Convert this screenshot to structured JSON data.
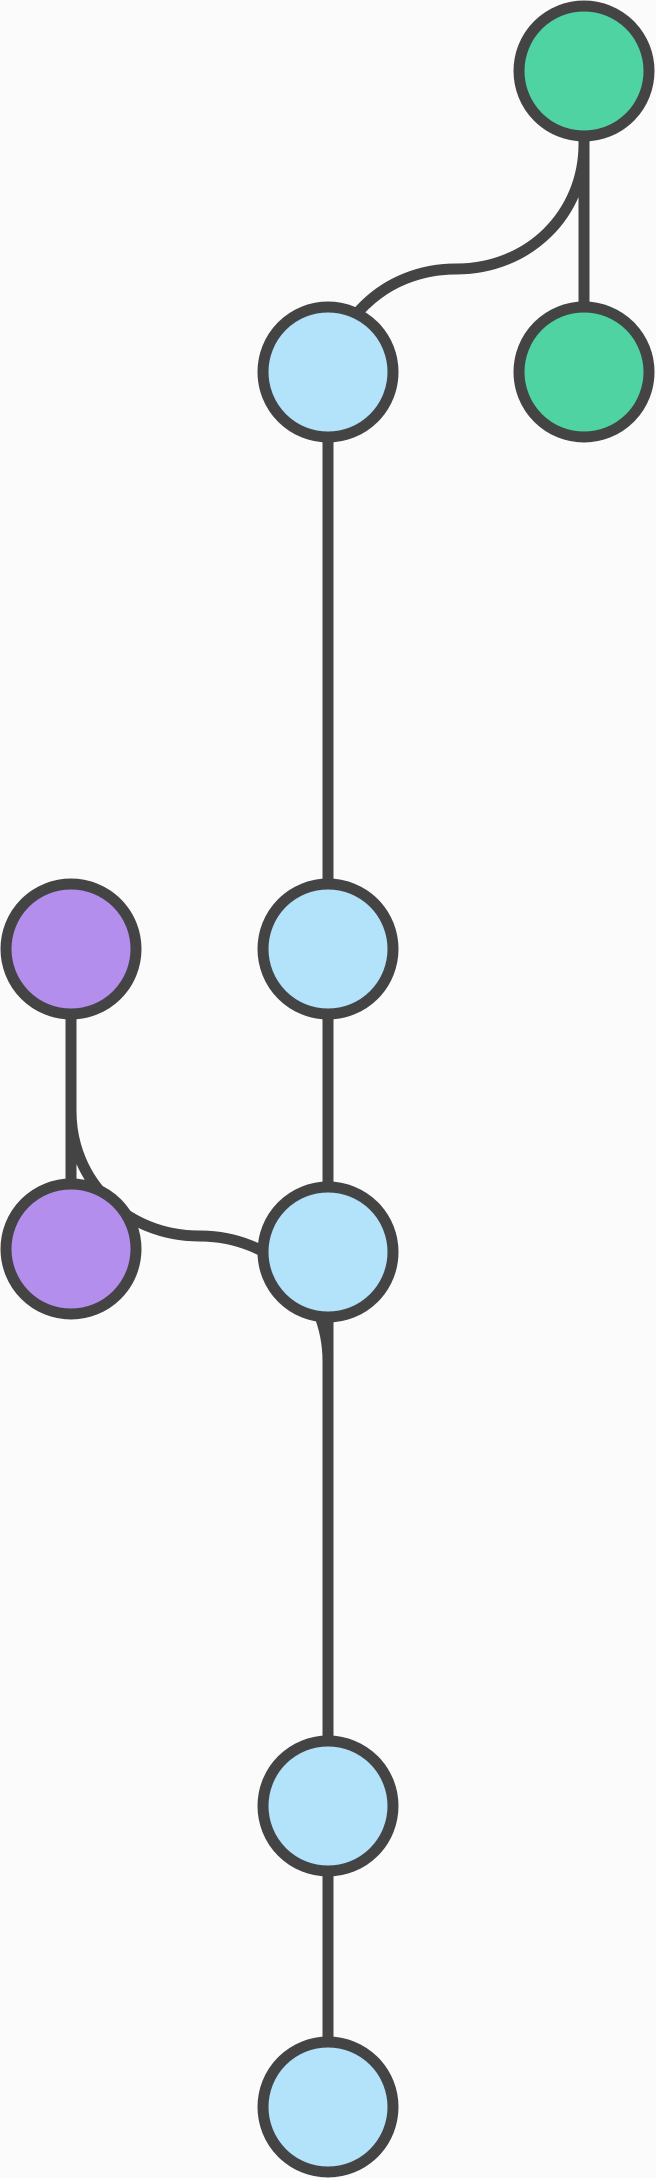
{
  "diagram": {
    "type": "git-branch-graph",
    "branch_colors": {
      "main": "#b3e2fb",
      "feature_green": "#4fd3a2",
      "feature_purple": "#b48eec"
    },
    "stroke_color": "#444444",
    "background": "#fbfbfb",
    "commits": [
      {
        "id": "c1",
        "branch": "main"
      },
      {
        "id": "c2",
        "branch": "main"
      },
      {
        "id": "c3",
        "branch": "main"
      },
      {
        "id": "c4",
        "branch": "main"
      },
      {
        "id": "c5",
        "branch": "main"
      },
      {
        "id": "p1",
        "branch": "feature_purple"
      },
      {
        "id": "p2",
        "branch": "feature_purple"
      },
      {
        "id": "g1",
        "branch": "feature_green"
      },
      {
        "id": "g2",
        "branch": "feature_green"
      }
    ],
    "edges": [
      {
        "from": "c1",
        "to": "c2"
      },
      {
        "from": "c2",
        "to": "c3"
      },
      {
        "from": "c3",
        "to": "c4"
      },
      {
        "from": "c4",
        "to": "c5"
      },
      {
        "from": "c2",
        "to": "p1",
        "kind": "branch"
      },
      {
        "from": "p1",
        "to": "p2"
      },
      {
        "from": "c4",
        "to": "g1",
        "kind": "branch"
      },
      {
        "from": "g1",
        "to": "g2"
      }
    ]
  }
}
